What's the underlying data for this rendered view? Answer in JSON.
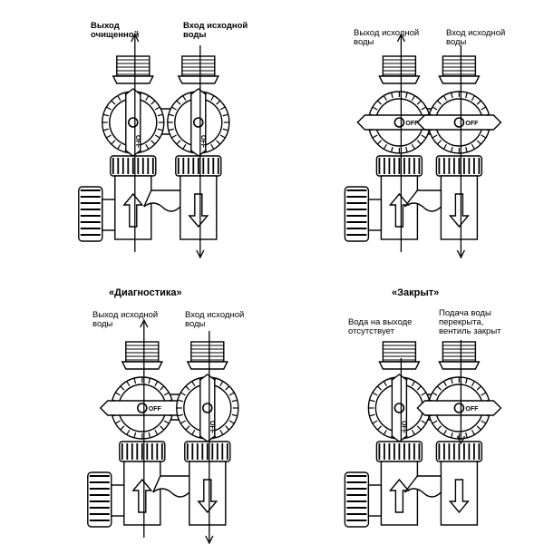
{
  "panels": [
    {
      "id": "p1",
      "title": "",
      "left_label": [
        "Выход",
        "очищенной"
      ],
      "left_label_bold": true,
      "right_label": [
        "Вход   исходной",
        "воды"
      ],
      "right_label_bold": true
    },
    {
      "id": "p2",
      "title": "",
      "left_label": [
        "Выход исходной",
        "воды"
      ],
      "left_label_bold": false,
      "right_label": [
        "Вход      исходной",
        "воды"
      ],
      "right_label_bold": false
    },
    {
      "id": "p3",
      "title": "«Диагностика»",
      "left_label": [
        "Выход исходной",
        "воды"
      ],
      "left_label_bold": false,
      "right_label": [
        "Вход      исходной",
        "воды"
      ],
      "right_label_bold": false
    },
    {
      "id": "p4",
      "title": "«Закрыт»",
      "left_label": [
        "Вода на выходе",
        "отсутствует"
      ],
      "left_label_bold": false,
      "right_label": [
        "Подача         воды",
        "перекрыта,",
        "вентиль закрыт"
      ],
      "right_label_bold": false
    }
  ],
  "knob_text": "OFF",
  "colors": {
    "line": "#000000",
    "fill": "#ffffff",
    "shade": "#000000"
  }
}
